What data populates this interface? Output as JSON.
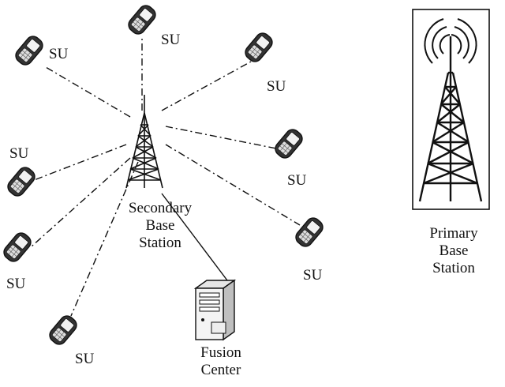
{
  "colors": {
    "ink": "#111111",
    "phone_body": "#333333",
    "phone_screen": "#f2f2f2",
    "server_body": "#f4f4f4"
  },
  "su_label": "SU",
  "secondary_base_station": {
    "lines": [
      "Secondary",
      "Base",
      "Station"
    ]
  },
  "primary_base_station": {
    "lines": [
      "Primary",
      "Base",
      "Station"
    ]
  },
  "fusion_center": {
    "lines": [
      "Fusion",
      "Center"
    ]
  },
  "icons": {
    "phone": "cell-phone-icon",
    "tower": "antenna-tower-icon",
    "server": "server-icon",
    "radio_waves": "radio-waves-icon"
  }
}
